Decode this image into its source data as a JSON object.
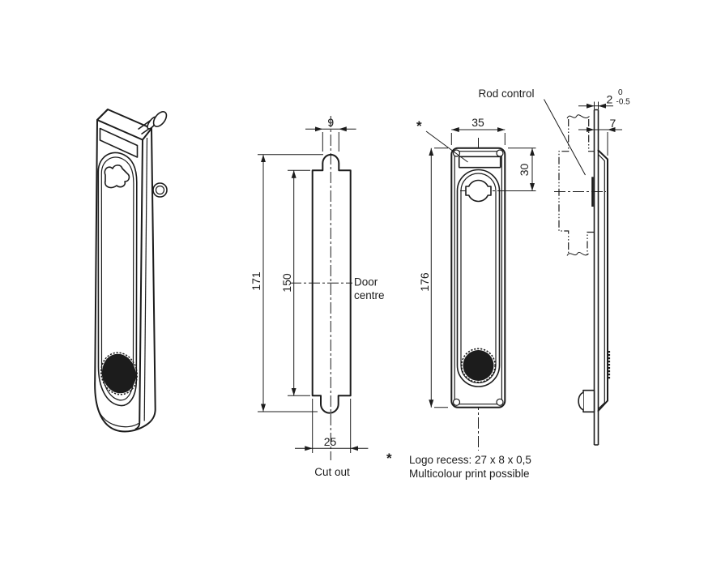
{
  "colors": {
    "line": "#1c1c1c",
    "background": "#ffffff"
  },
  "annotations": {
    "rod_control": "Rod control",
    "door_centre": {
      "line1": "Door",
      "line2": "centre"
    },
    "cut_out": "Cut out",
    "front_marker": "*"
  },
  "dimensions": {
    "cutout_slot_width": "9",
    "cutout_overall_height": "171",
    "cutout_body_height": "150",
    "cutout_width": "25",
    "handle_width": "35",
    "keyhole_offset": "30",
    "handle_height": "176",
    "projection_depth": "7",
    "door_thickness": "2",
    "door_thickness_tol_upper": "0",
    "door_thickness_tol_lower": "-0.5"
  },
  "footnote": {
    "marker": "*",
    "line1": "Logo recess: 27 x 8 x 0,5",
    "line2": "Multicolour print possible"
  }
}
